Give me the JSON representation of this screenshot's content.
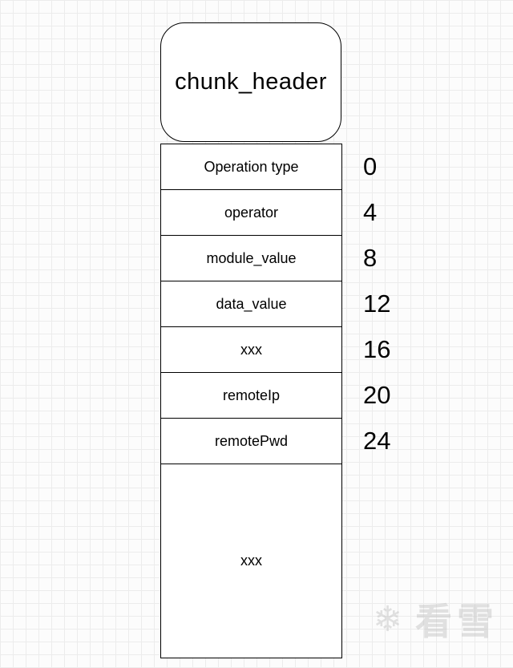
{
  "diagram": {
    "title": "chunk_header",
    "rows": [
      {
        "label": "Operation type",
        "offset": "0"
      },
      {
        "label": "operator",
        "offset": "4"
      },
      {
        "label": "module_value",
        "offset": "8"
      },
      {
        "label": "data_value",
        "offset": "12"
      },
      {
        "label": "xxx",
        "offset": "16"
      },
      {
        "label": "remoteIp",
        "offset": "20"
      },
      {
        "label": "remotePwd",
        "offset": "24"
      },
      {
        "label": "xxx",
        "offset": ""
      }
    ],
    "colors": {
      "stroke": "#000000",
      "fill": "#ffffff",
      "grid": "#ececec"
    }
  },
  "watermark": {
    "text": "看雪",
    "icon": "snowflake-icon"
  }
}
